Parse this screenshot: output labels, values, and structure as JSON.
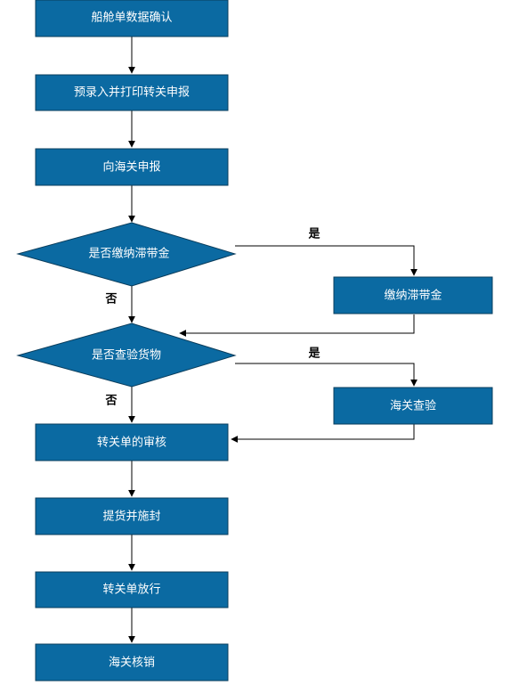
{
  "nodes": {
    "ship_data_confirm": "船舱单数据确认",
    "pre_entry_print": "预录入并打印转关申报",
    "declare_customs": "向海关申报",
    "pay_late_fee_q": "是否缴纳滞带金",
    "pay_late_fee": "缴纳滞带金",
    "inspect_goods_q": "是否查验货物",
    "customs_inspect": "海关查验",
    "transfer_review": "转关单的审核",
    "pickup_seal": "提货并施封",
    "transfer_release": "转关单放行",
    "customs_writeoff": "海关核销"
  },
  "edge_labels": {
    "yes_1": "是",
    "no_1": "否",
    "yes_2": "是",
    "no_2": "否"
  },
  "colors": {
    "box_fill": "#0b6aa2",
    "box_stroke": "#0a3d5c",
    "text": "#ffffff",
    "line": "#000000"
  }
}
